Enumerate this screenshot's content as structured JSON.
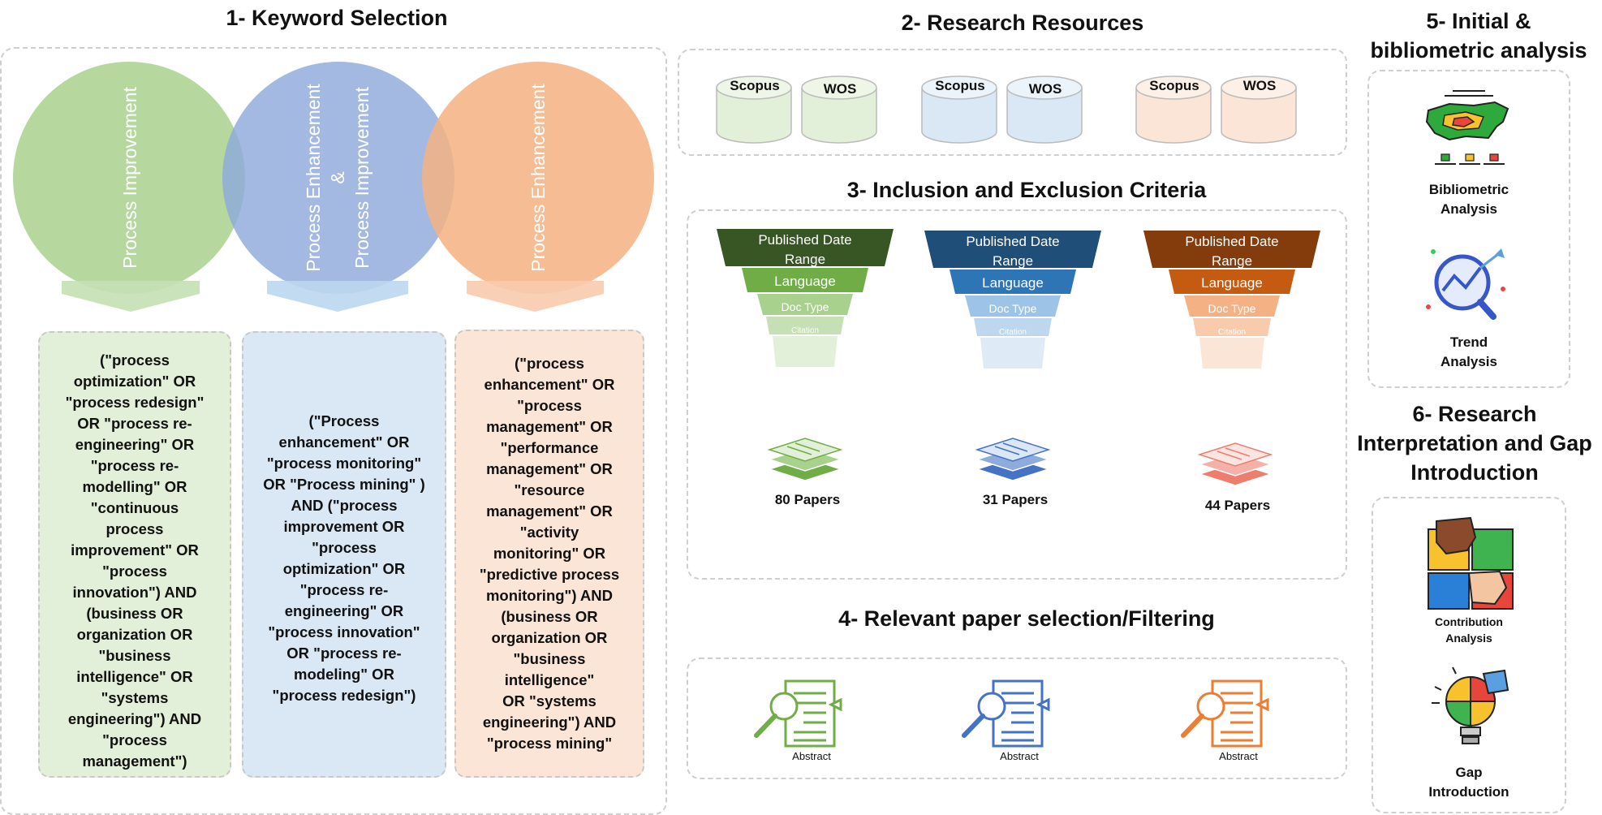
{
  "section1": {
    "title": "1- Keyword Selection",
    "circles": [
      {
        "label": "Process Improvement",
        "color": "#a9d18e"
      },
      {
        "label": "Process Enhancement\n&\nProcess Improvement",
        "color": "#8faadc"
      },
      {
        "label": "Process Enhancement",
        "color": "#f4b183"
      }
    ],
    "queries": [
      {
        "text": "(\"process\noptimization\" OR\n\"process redesign\"\nOR \"process re-\nengineering\" OR\n\"process re-\nmodelling\" OR\n\"continuous\nprocess\nimprovement\" OR\n\"process\ninnovation\") AND\n(business OR\norganization OR\n\"business\nintelligence\" OR\n\"systems\nengineering\") AND\n\"process\nmanagement\")",
        "bg": "#e2f0d9"
      },
      {
        "text": "(\"Process\nenhancement\" OR\n\"process monitoring\"\nOR \"Process mining\" )\nAND (\"process\nimprovement OR\n\"process\noptimization\" OR\n\"process re-\nengineering\" OR\n\"process innovation\"\nOR \"process re-\nmodeling\" OR\n\"process redesign\")",
        "bg": "#dae8f6"
      },
      {
        "text": "(\"process\nenhancement\" OR\n\"process\nmanagement\" OR\n\"performance\nmanagement\" OR\n\"resource\nmanagement\" OR\n\"activity\nmonitoring\" OR\n\"predictive process\nmonitoring\") AND\n(business OR\norganization OR\n\"business\nintelligence\"\nOR \"systems\nengineering\") AND\n\"process mining\"",
        "bg": "#fbe5d6"
      }
    ]
  },
  "section2": {
    "title": "2- Research Resources",
    "db_groups": [
      {
        "dbs": [
          "Scopus",
          "WOS"
        ],
        "fill": "#e2f0d9"
      },
      {
        "dbs": [
          "Scopus",
          "WOS"
        ],
        "fill": "#dae8f6"
      },
      {
        "dbs": [
          "Scopus",
          "WOS"
        ],
        "fill": "#fbe5d6"
      }
    ]
  },
  "section3": {
    "title": "3- Inclusion and Exclusion Criteria",
    "funnel_labels": [
      "Published Date\nRange",
      "Language",
      "Doc Type",
      "Citation"
    ],
    "funnels": [
      {
        "colors": [
          "#375623",
          "#70ad47",
          "#a9d18e",
          "#c5e0b4",
          "#e2f0d9"
        ],
        "papers": "80 Papers"
      },
      {
        "colors": [
          "#1f4e79",
          "#2e75b6",
          "#9dc3e6",
          "#bdd7ee",
          "#deebf7"
        ],
        "papers": "31 Papers"
      },
      {
        "colors": [
          "#843c0c",
          "#c55a11",
          "#f4b183",
          "#f8cbad",
          "#fbe5d6"
        ],
        "papers": "44 Papers"
      }
    ],
    "paper_colors": [
      "#70ad47",
      "#4472c4",
      "#ed7d6d"
    ]
  },
  "section4": {
    "title": "4- Relevant paper selection/Filtering",
    "items": [
      {
        "label": "Abstract",
        "color": "#70ad47"
      },
      {
        "label": "Abstract",
        "color": "#4472c4"
      },
      {
        "label": "Abstract",
        "color": "#ed7d31"
      }
    ]
  },
  "section5": {
    "title": "5- Initial &\nbibliometric analysis",
    "items": [
      "Bibliometric\nAnalysis",
      "Trend\nAnalysis"
    ]
  },
  "section6": {
    "title": "6- Research\nInterpretation and Gap\nIntroduction",
    "items": [
      "Contribution\nAnalysis",
      "Gap\nIntroduction"
    ]
  }
}
